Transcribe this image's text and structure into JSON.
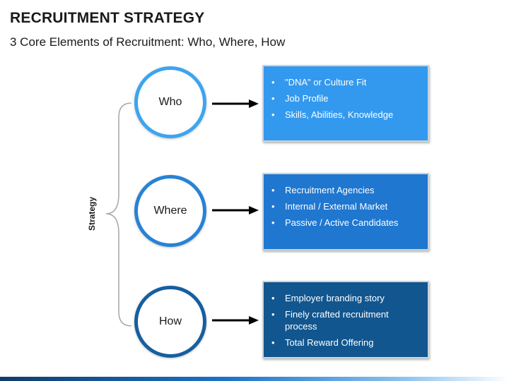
{
  "header": {
    "title": "RECRUITMENT STRATEGY",
    "subtitle": "3 Core Elements of Recruitment: Who, Where, How"
  },
  "diagram": {
    "root_label": "Strategy",
    "nodes": [
      {
        "label": "Who",
        "color": "#3da4f0",
        "box_color": "#3399ee",
        "items": [
          "\"DNA\" or Culture Fit",
          "Job Profile",
          "Skills, Abilities, Knowledge"
        ]
      },
      {
        "label": "Where",
        "color": "#2782d6",
        "box_color": "#1f77d0",
        "items": [
          "Recruitment Agencies",
          "Internal / External Market",
          "Passive / Active Candidates"
        ]
      },
      {
        "label": "How",
        "color": "#165f9f",
        "box_color": "#11568f",
        "items": [
          "Employer branding story",
          "Finely crafted recruitment process",
          "Total Reward Offering"
        ]
      }
    ]
  }
}
